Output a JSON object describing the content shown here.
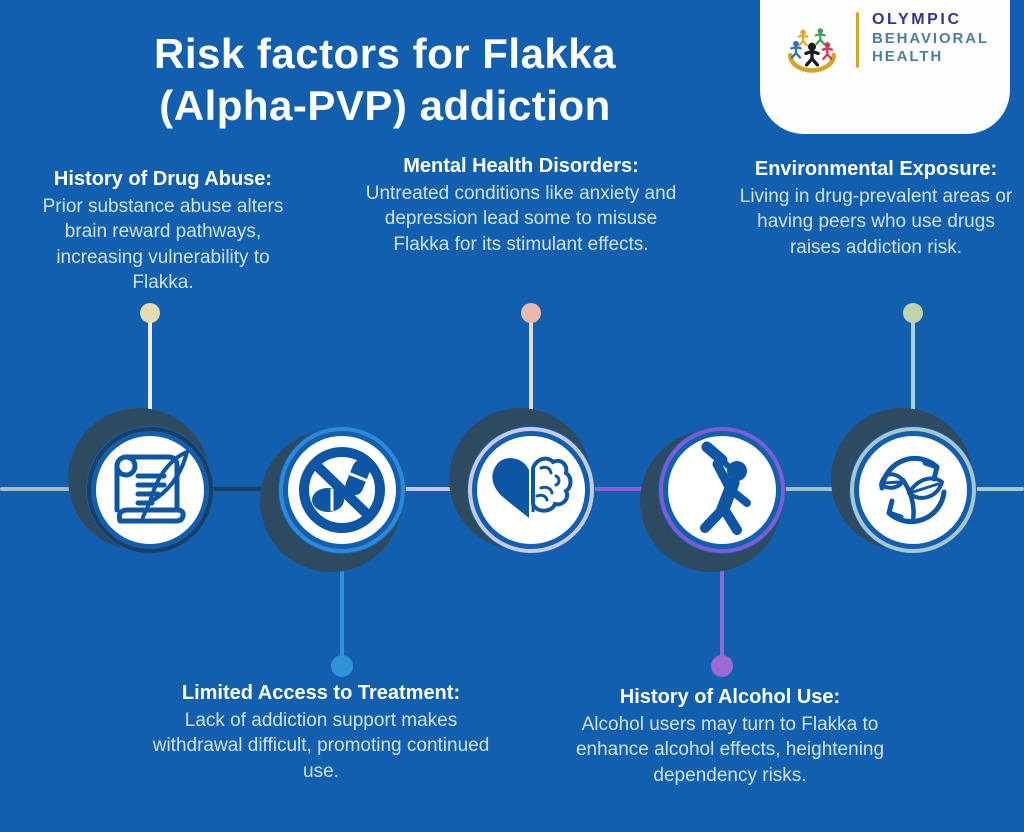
{
  "title": {
    "line1": "Risk factors for Flakka",
    "line2": "(Alpha-PVP) addiction"
  },
  "logo": {
    "brand_line1": "OLYMPIC",
    "brand_line2": "BEHAVIORAL",
    "brand_line3": "HEALTH",
    "mark": "people-circle-logo"
  },
  "nodes": [
    {
      "id": "drug-abuse",
      "side": "top",
      "heading": "History of Drug Abuse:",
      "body": "Prior substance abuse alters brain reward pathways, increasing vulnerability to Flakka.",
      "icon": "scroll-quill-icon",
      "ring_color": "#1b3e63",
      "connector_color": "#e9eef3",
      "dot_color": "#e7dcb1"
    },
    {
      "id": "limited-access",
      "side": "bottom",
      "heading": "Limited Access to Treatment:",
      "body": "Lack of addiction support makes withdrawal difficult, promoting continued use.",
      "icon": "no-pills-icon",
      "ring_color": "#2e8ad6",
      "connector_color": "#2e93d9",
      "dot_color": "#2e93d9"
    },
    {
      "id": "mental-health",
      "side": "top",
      "heading": "Mental Health Disorders:",
      "body": "Untreated conditions like anxiety and depression lead some to misuse Flakka for its stimulant effects.",
      "icon": "heart-brain-icon",
      "ring_color": "#c6c9e8",
      "connector_color": "#e6d8da",
      "dot_color": "#e9b9ae"
    },
    {
      "id": "alcohol-use",
      "side": "bottom",
      "heading": "History of Alcohol Use:",
      "body": "Alcohol users may turn to Flakka to enhance alcohol effects, heightening dependency risks.",
      "icon": "person-drinking-icon",
      "ring_color": "#7b5ed1",
      "connector_color": "#8f6ad0",
      "dot_color": "#9c6ad3"
    },
    {
      "id": "environmental",
      "side": "top",
      "heading": "Environmental Exposure:",
      "body": "Living in drug-prevalent areas or having peers who use drugs raises addiction risk.",
      "icon": "eco-cycle-icon",
      "ring_color": "#a9c6cf",
      "connector_color": "#abd0d8",
      "dot_color": "#bfd4ab"
    }
  ],
  "colors": {
    "background": "#115fae",
    "heading_text": "#ffffff",
    "body_text": "#cfe3f5",
    "icon_blue": "#0d55a5",
    "crescent_shadow": "#2e4a60",
    "logo_gold": "#d4a427",
    "logo_navy": "#31368f",
    "logo_teal": "#4d7f9d"
  }
}
